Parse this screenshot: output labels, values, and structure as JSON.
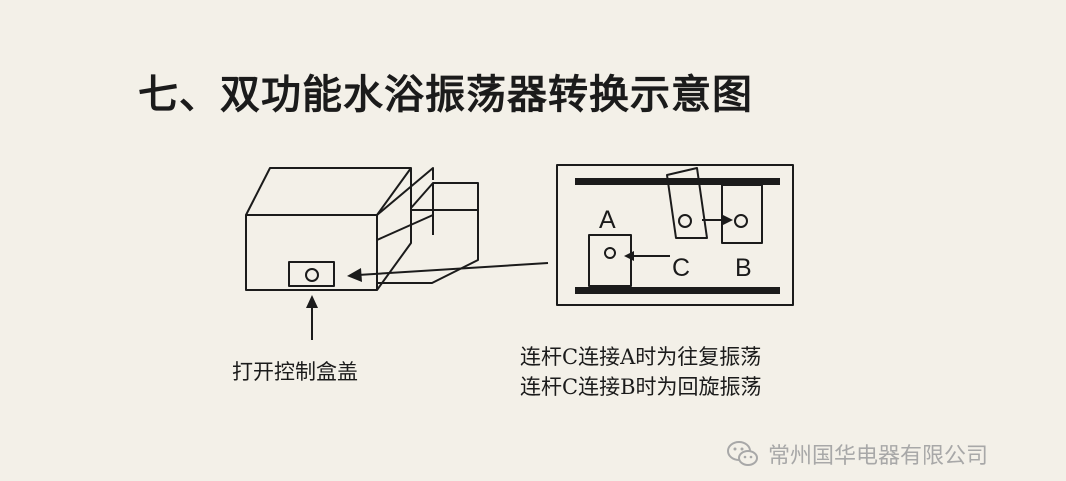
{
  "title": "七、双功能水浴振荡器转换示意图",
  "caption_left": "打开控制盒盖",
  "notes": [
    "连杆C连接A时为往复振荡",
    "连杆C连接B时为回旋振荡"
  ],
  "labels": {
    "a": "A",
    "b": "B",
    "c": "C"
  },
  "watermark": "常州国华电器有限公司",
  "icons": {
    "watermark": "wechat-icon"
  }
}
